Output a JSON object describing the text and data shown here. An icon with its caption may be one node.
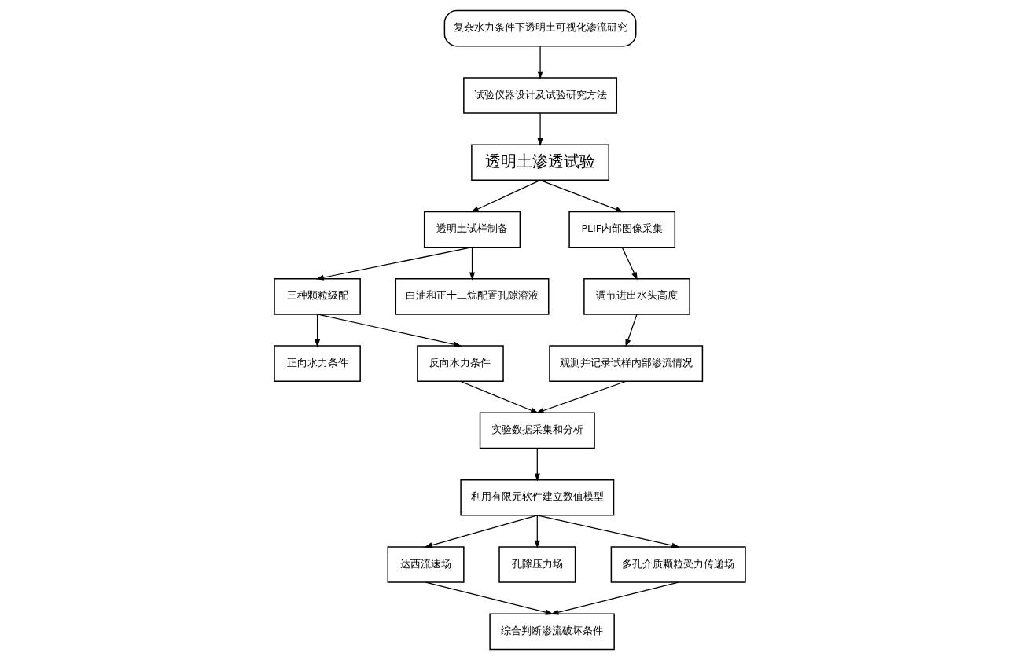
{
  "diagram": {
    "nodes": [
      {
        "text": [
          "复杂水力条件下透明土可视化渗流研究"
        ]
      },
      {
        "text": [
          "试验仪器设计及试验研究方法"
        ]
      },
      {
        "text": [
          "透明土渗透试验"
        ]
      },
      {
        "text": [
          "透明土试样制备"
        ]
      },
      {
        "text": [
          "PLIF内部图像采集"
        ]
      },
      {
        "text": [
          "三种颗粒级配"
        ]
      },
      {
        "text": [
          "白油和正十二烷配置孔隙溶液"
        ]
      },
      {
        "text": [
          "正向水力条件"
        ]
      },
      {
        "text": [
          "反向水力条件"
        ]
      },
      {
        "text": [
          "调节进出水头高度"
        ]
      },
      {
        "text": [
          "观测并记录试样内部渗流情况"
        ]
      },
      {
        "text": [
          "实验数据采集和分析"
        ]
      },
      {
        "text": [
          "利用有限元软件建立数值模型"
        ]
      },
      {
        "text": [
          "达西流速场"
        ]
      },
      {
        "text": [
          "孔隙压力场"
        ]
      },
      {
        "text": [
          "多孔介质颗粒受力传递场"
        ]
      },
      {
        "text": [
          "综合判断渗流破坏条件"
        ]
      }
    ],
    "edges": [
      {
        "from": 0,
        "to": 1,
        "arrow": "to"
      },
      {
        "from": 1,
        "to": 2,
        "arrow": "to"
      },
      {
        "from": 2,
        "to": 3,
        "arrow": "to"
      },
      {
        "from": 2,
        "to": 4,
        "arrow": "to"
      },
      {
        "from": 3,
        "to": 5,
        "arrow": "to"
      },
      {
        "from": 3,
        "to": 6,
        "arrow": "to"
      },
      {
        "from": 5,
        "to": 7,
        "arrow": "to"
      },
      {
        "from": 5,
        "to": 8,
        "arrow": "to"
      },
      {
        "from": 4,
        "to": 9,
        "arrow": "to"
      },
      {
        "from": 9,
        "to": 10,
        "arrow": "to"
      },
      {
        "from": 8,
        "to": 11,
        "arrow": "to"
      },
      {
        "from": 10,
        "to": 11,
        "arrow": "to"
      },
      {
        "from": 11,
        "to": 12,
        "arrow": "to"
      },
      {
        "from": 12,
        "to": 13,
        "arrow": "to"
      },
      {
        "from": 12,
        "to": 14,
        "arrow": "to"
      },
      {
        "from": 12,
        "to": 15,
        "arrow": "to"
      },
      {
        "from": 13,
        "to": 16,
        "arrow": "to"
      },
      {
        "from": 15,
        "to": 16,
        "arrow": "to"
      }
    ]
  }
}
